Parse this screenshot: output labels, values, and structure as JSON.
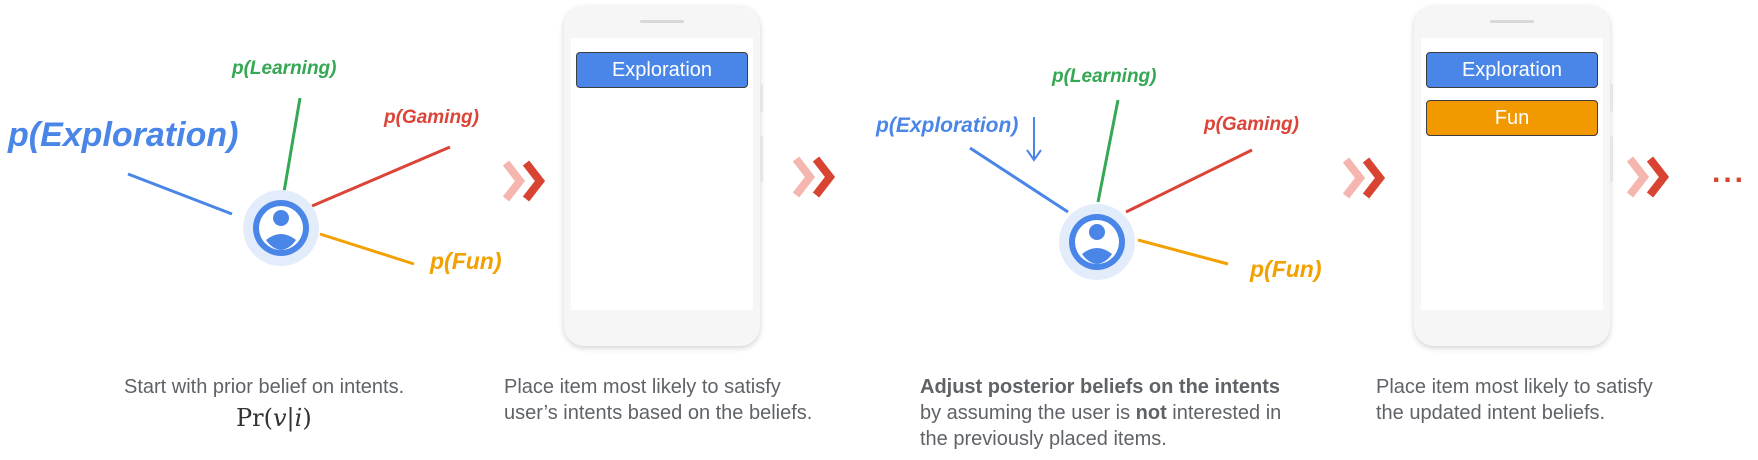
{
  "panel1": {
    "labels": {
      "exploration": "p(Exploration)",
      "learning": "p(Learning)",
      "gaming": "p(Gaming)",
      "fun": "p(Fun)"
    },
    "caption": "Start with prior belief on intents.",
    "formula": {
      "prefix": "Pr(",
      "v": "v",
      "bar": "|",
      "i": "i",
      "suffix": ")"
    }
  },
  "panel2": {
    "slots": [
      "Exploration"
    ],
    "caption_line1": "Place item most likely to satisfy",
    "caption_line2": "user’s intents based on the beliefs."
  },
  "panel3": {
    "labels": {
      "exploration": "p(Exploration)",
      "learning": "p(Learning)",
      "gaming": "p(Gaming)",
      "fun": "p(Fun)"
    },
    "caption_bold": "Adjust posterior beliefs on the intents",
    "caption_line2_pre": "by assuming the user is ",
    "caption_line2_bold": "not",
    "caption_line2_post": " interested in",
    "caption_line3": "the previously placed items."
  },
  "panel4": {
    "slots": [
      "Exploration",
      "Fun"
    ],
    "caption_line1": "Place item most likely to satisfy",
    "caption_line2": "the updated intent beliefs."
  },
  "continuation": "...",
  "colors": {
    "exploration": "#4a86e8",
    "learning": "#34a853",
    "gaming": "#db4437",
    "fun": "#f2a100",
    "arrow_light": "#f4b6ae",
    "arrow_dark": "#d84332"
  }
}
